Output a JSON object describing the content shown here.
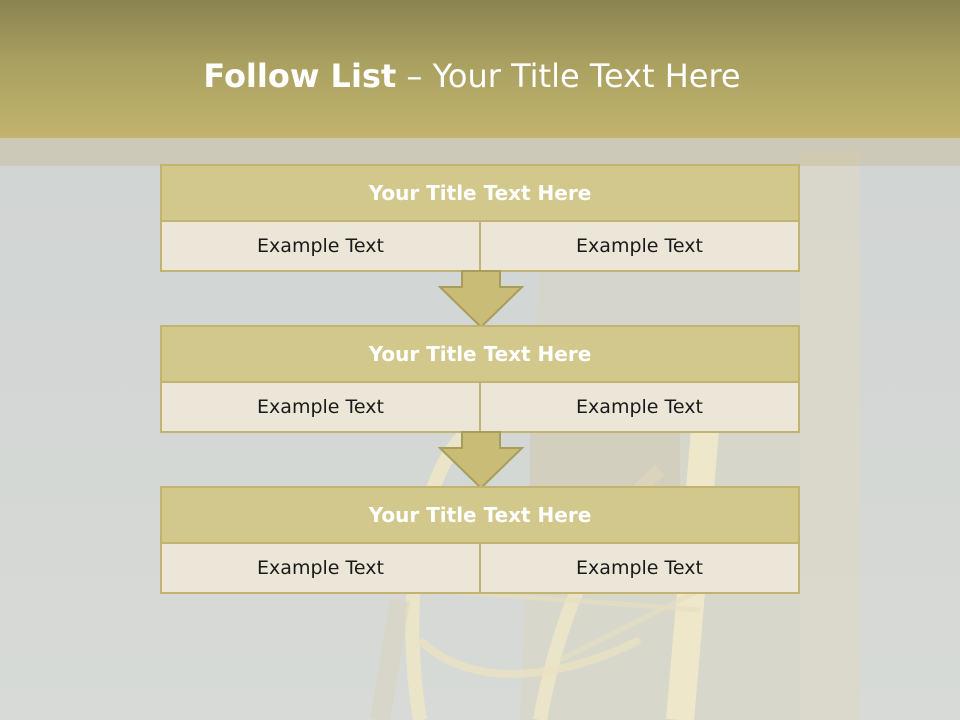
{
  "slide": {
    "title_bold": "Follow List",
    "title_rest": " – Your Title Text Here"
  },
  "steps": [
    {
      "title": "Your Title Text Here",
      "left": "Example Text",
      "right": "Example Text"
    },
    {
      "title": "Your Title Text Here",
      "left": "Example Text",
      "right": "Example Text"
    },
    {
      "title": "Your Title Text Here",
      "left": "Example Text",
      "right": "Example Text"
    }
  ],
  "colors": {
    "accent": "#c2b46e",
    "block_title_bg": "#d2c88c",
    "cell_bg": "#ebe6d7",
    "header_dark": "#8a8350"
  }
}
